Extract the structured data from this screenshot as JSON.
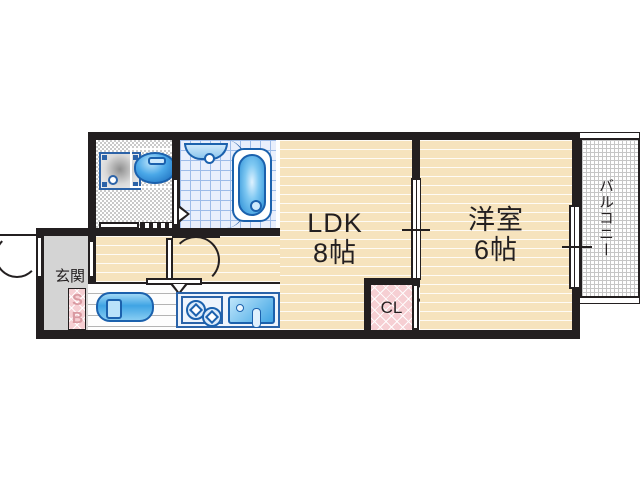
{
  "plan": {
    "type": "japanese-apartment-floor-plan",
    "layout_name": "1LDK",
    "background_color": "#ffffff",
    "wall_color": "#231f20",
    "floor_color": "#f6e3bd",
    "tile_color": "#e9effc",
    "closet_color": "#f6cfd3",
    "balcony_color": "#ffffff",
    "entry_color": "#d4d4d4"
  },
  "rooms": {
    "ldk": {
      "name": "LDK",
      "size": "8帖",
      "fill": "wood"
    },
    "washitsu": {
      "name": "洋室",
      "size": "6帖",
      "fill": "wood"
    },
    "closet": {
      "name": "CL",
      "fill": "pink-hatch"
    },
    "entrance": {
      "name": "玄関",
      "fill": "gray"
    },
    "shoebox": {
      "name": "SB",
      "fill": "pink-hatch"
    },
    "balcony": {
      "name": "バルコニー",
      "fill": "dotted-grid"
    },
    "bathroom": {
      "name": "",
      "fill": "blue-tile"
    },
    "washroom": {
      "name": "",
      "fill": "checker"
    }
  },
  "fixtures": [
    {
      "name": "washing-machine-pan",
      "room": "washroom"
    },
    {
      "name": "wash-basin",
      "room": "washroom"
    },
    {
      "name": "shower-head",
      "room": "bathroom"
    },
    {
      "name": "bathtub",
      "room": "bathroom"
    },
    {
      "name": "refrigerator",
      "room": "kitchen"
    },
    {
      "name": "gas-stove",
      "room": "kitchen"
    },
    {
      "name": "kitchen-sink",
      "room": "kitchen"
    }
  ],
  "doors": [
    {
      "name": "entrance-door",
      "type": "swing-out"
    },
    {
      "name": "hallway-door",
      "type": "swing-in"
    },
    {
      "name": "bathroom-door",
      "type": "folding"
    },
    {
      "name": "washroom-door",
      "type": "folding"
    },
    {
      "name": "closet-door",
      "type": "folding"
    },
    {
      "name": "bedroom-sliding-door",
      "type": "sliding"
    },
    {
      "name": "balcony-sliding-door",
      "type": "sliding"
    }
  ]
}
